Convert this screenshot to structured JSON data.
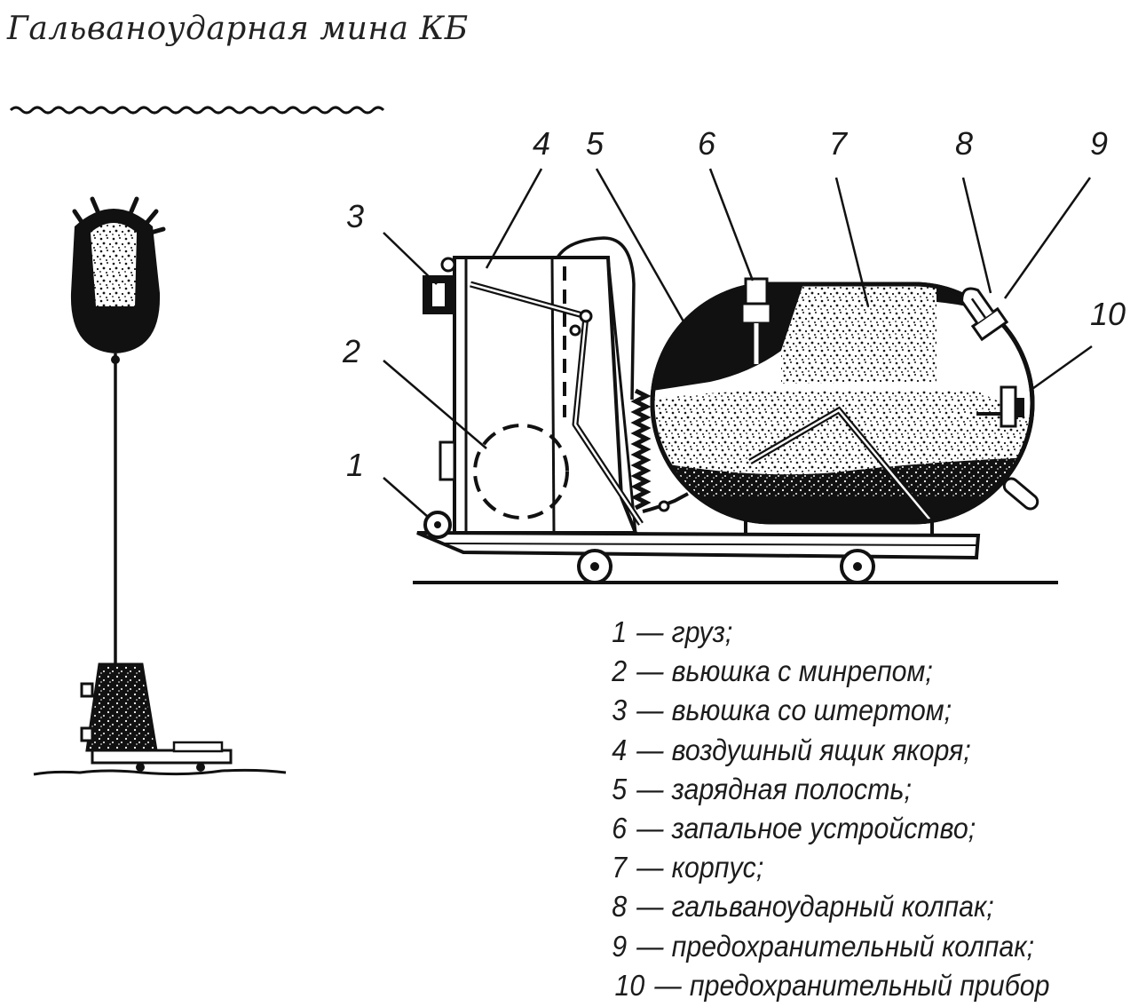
{
  "title": "Гальваноударная мина КБ",
  "callouts": [
    "1",
    "2",
    "3",
    "4",
    "5",
    "6",
    "7",
    "8",
    "9",
    "10"
  ],
  "legend": {
    "separator": "—",
    "items": [
      {
        "num": "1",
        "text": "груз;"
      },
      {
        "num": "2",
        "text": "вьюшка с минрепом;"
      },
      {
        "num": "3",
        "text": "вьюшка со штертом;"
      },
      {
        "num": "4",
        "text": "воздушный ящик якоря;"
      },
      {
        "num": "5",
        "text": "зарядная полость;"
      },
      {
        "num": "6",
        "text": "запальное устройство;"
      },
      {
        "num": "7",
        "text": "корпус;"
      },
      {
        "num": "8",
        "text": "гальваноударный колпак;"
      },
      {
        "num": "9",
        "text": "предохранительный колпак;"
      },
      {
        "num": "10",
        "text": "предохранительный прибор"
      }
    ]
  }
}
